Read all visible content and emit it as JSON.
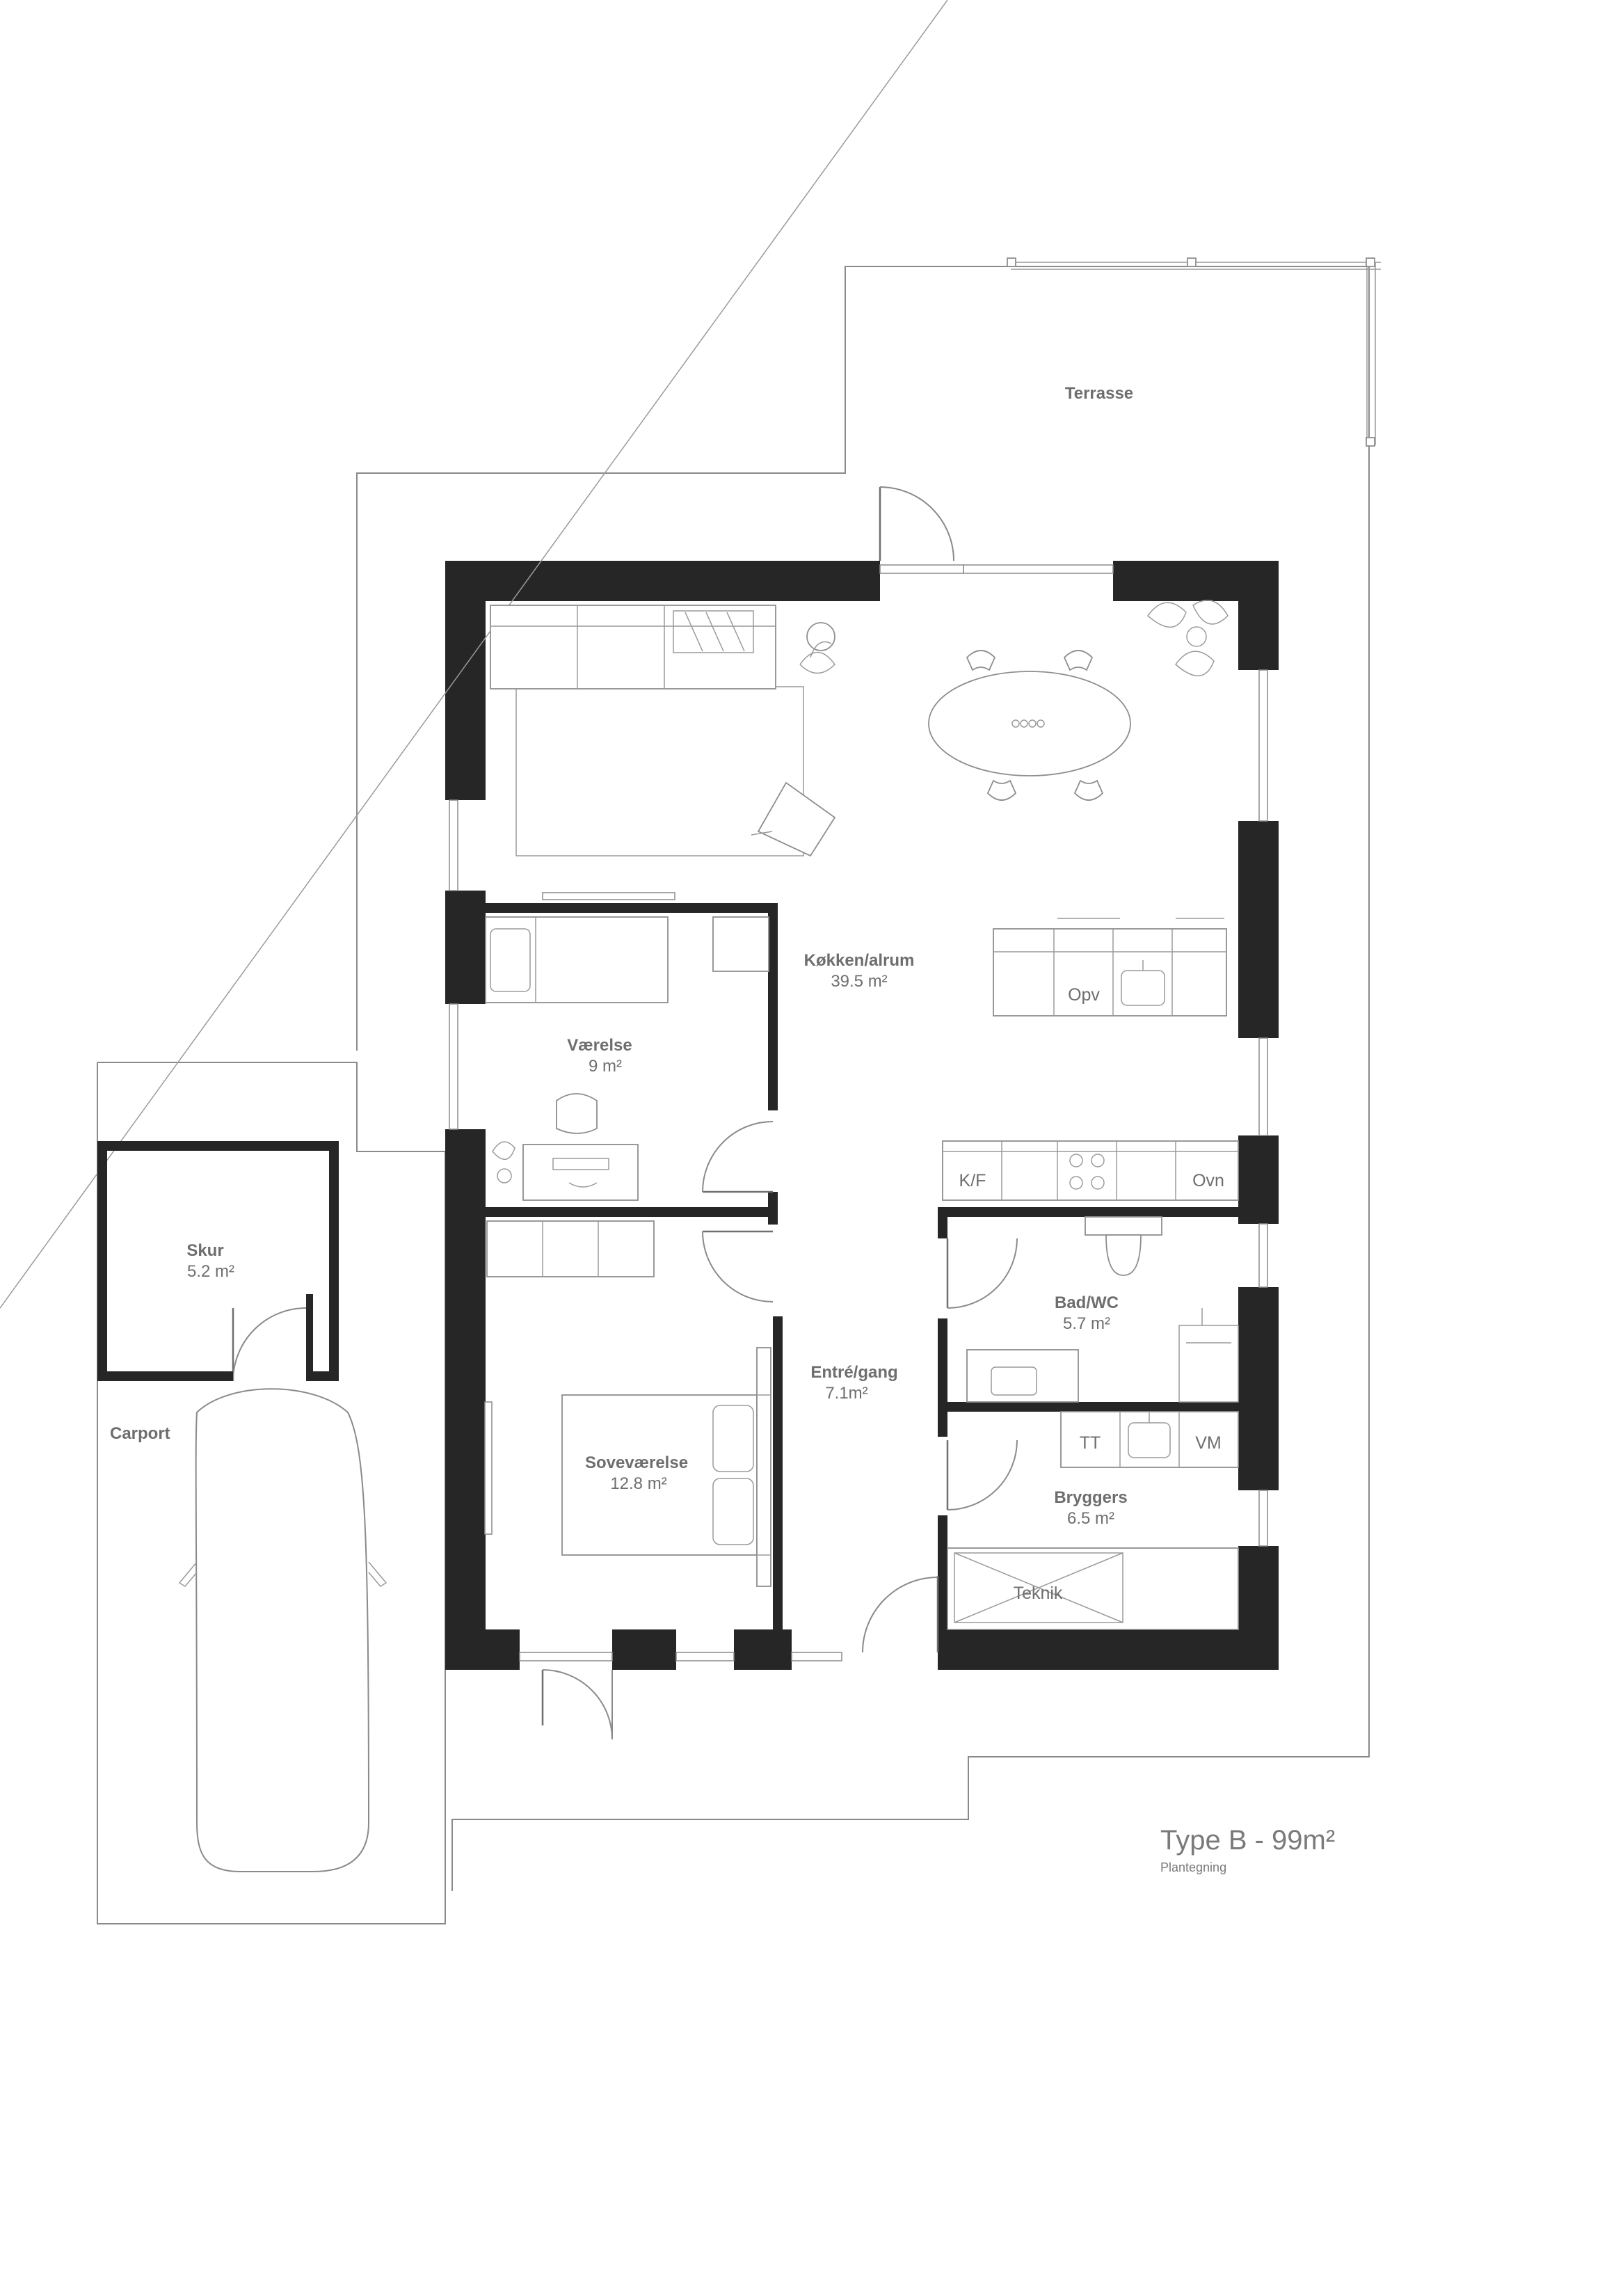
{
  "title": "Type B - 99m²",
  "subtitle": "Plantegning",
  "rooms": {
    "terrasse": {
      "name": "Terrasse"
    },
    "kokken": {
      "name": "Køkken/alrum",
      "area": "39.5 m²"
    },
    "vaerelse": {
      "name": "Værelse",
      "area": "9 m²"
    },
    "entre": {
      "name": "Entré/gang",
      "area": "7.1m²"
    },
    "sovevaerelse": {
      "name": "Soveværelse",
      "area": "12.8 m²"
    },
    "bad": {
      "name": "Bad/WC",
      "area": "5.7 m²"
    },
    "bryggers": {
      "name": "Bryggers",
      "area": "6.5 m²"
    },
    "skur": {
      "name": "Skur",
      "area": "5.2 m²"
    },
    "carport": {
      "name": "Carport"
    }
  },
  "fixtures": {
    "opv": "Opv",
    "kf": "K/F",
    "ovn": "Ovn",
    "tt": "TT",
    "vm": "VM",
    "teknik": "Teknik"
  },
  "colors": {
    "wall": "#262626",
    "line": "#8a8a8a",
    "text": "#6e6e6e",
    "background": "#ffffff"
  }
}
